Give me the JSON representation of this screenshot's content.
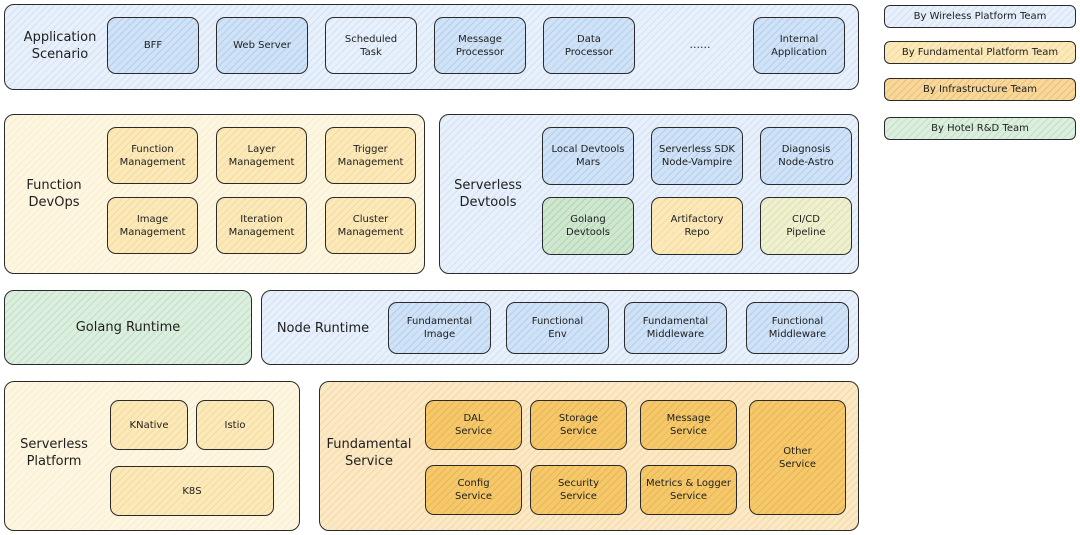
{
  "legend": [
    {
      "label": "By Wireless Platform Team",
      "color": "#cfe2f6"
    },
    {
      "label": "By Fundamental Platform Team",
      "color": "#fbe9b9"
    },
    {
      "label": "By Infrastructure Team",
      "color": "#f5c96a"
    },
    {
      "label": "By Hotel R&D Team",
      "color": "#dcefdf"
    }
  ],
  "application_scenario": {
    "title": "Application\nScenario",
    "items": [
      "BFF",
      "Web Server",
      "Scheduled\nTask",
      "Message\nProcessor",
      "Data\nProcessor",
      "......",
      "Internal\nApplication"
    ]
  },
  "function_devops": {
    "title": "Function\nDevOps",
    "items": [
      "Function\nManagement",
      "Layer\nManagement",
      "Trigger\nManagement",
      "Image\nManagement",
      "Iteration\nManagement",
      "Cluster\nManagement"
    ]
  },
  "serverless_devtools": {
    "title": "Serverless\nDevtools",
    "items": [
      "Local Devtools\nMars",
      "Serverless SDK\nNode-Vampire",
      "Diagnosis\nNode-Astro",
      "Golang\nDevtools",
      "Artifactory\nRepo",
      "CI/CD\nPipeline"
    ]
  },
  "golang_runtime": {
    "title": "Golang Runtime"
  },
  "node_runtime": {
    "title": "Node Runtime",
    "items": [
      "Fundamental\nImage",
      "Functional\nEnv",
      "Fundamental\nMiddleware",
      "Functional\nMiddleware"
    ]
  },
  "serverless_platform": {
    "title": "Serverless\nPlatform",
    "items": [
      "KNative",
      "Istio",
      "K8S"
    ]
  },
  "fundamental_service": {
    "title": "Fundamental\nService",
    "items": [
      "DAL\nService",
      "Storage\nService",
      "Message\nService",
      "Config\nService",
      "Security\nService",
      "Metrics & Logger\nService",
      "Other\nService"
    ]
  }
}
